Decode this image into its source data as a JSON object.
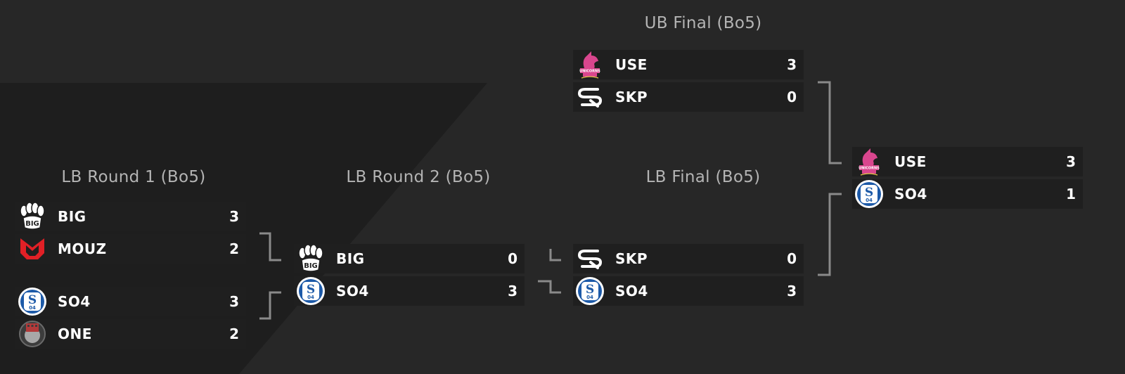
{
  "colors": {
    "background": "#272727",
    "panel": "#1f1f1f",
    "title": "#b4b4b4",
    "text": "#ffffff",
    "connector": "#8a8a8a"
  },
  "rounds": [
    {
      "title": "LB Round 1 (Bo5)"
    },
    {
      "title": "LB Round 2 (Bo5)"
    },
    {
      "title": "LB Final (Bo5)"
    },
    {
      "title": "UB Final (Bo5)"
    }
  ],
  "matches": {
    "lb_r1_a": {
      "team1": {
        "name": "BIG",
        "score": "3",
        "logo": "big-logo"
      },
      "team2": {
        "name": "MOUZ",
        "score": "2",
        "logo": "mouz-logo"
      }
    },
    "lb_r1_b": {
      "team1": {
        "name": "SO4",
        "score": "3",
        "logo": "schalke-logo"
      },
      "team2": {
        "name": "ONE",
        "score": "2",
        "logo": "one-logo"
      }
    },
    "lb_r2": {
      "team1": {
        "name": "BIG",
        "score": "0",
        "logo": "big-logo"
      },
      "team2": {
        "name": "SO4",
        "score": "3",
        "logo": "schalke-logo"
      }
    },
    "lb_final": {
      "team1": {
        "name": "SKP",
        "score": "0",
        "logo": "sk-logo"
      },
      "team2": {
        "name": "SO4",
        "score": "3",
        "logo": "schalke-logo"
      }
    },
    "ub_final": {
      "team1": {
        "name": "USE",
        "score": "3",
        "logo": "unicorns-logo"
      },
      "team2": {
        "name": "SKP",
        "score": "0",
        "logo": "sk-logo"
      }
    },
    "grand_final": {
      "team1": {
        "name": "USE",
        "score": "3",
        "logo": "unicorns-logo"
      },
      "team2": {
        "name": "SO4",
        "score": "1",
        "logo": "schalke-logo"
      }
    }
  }
}
